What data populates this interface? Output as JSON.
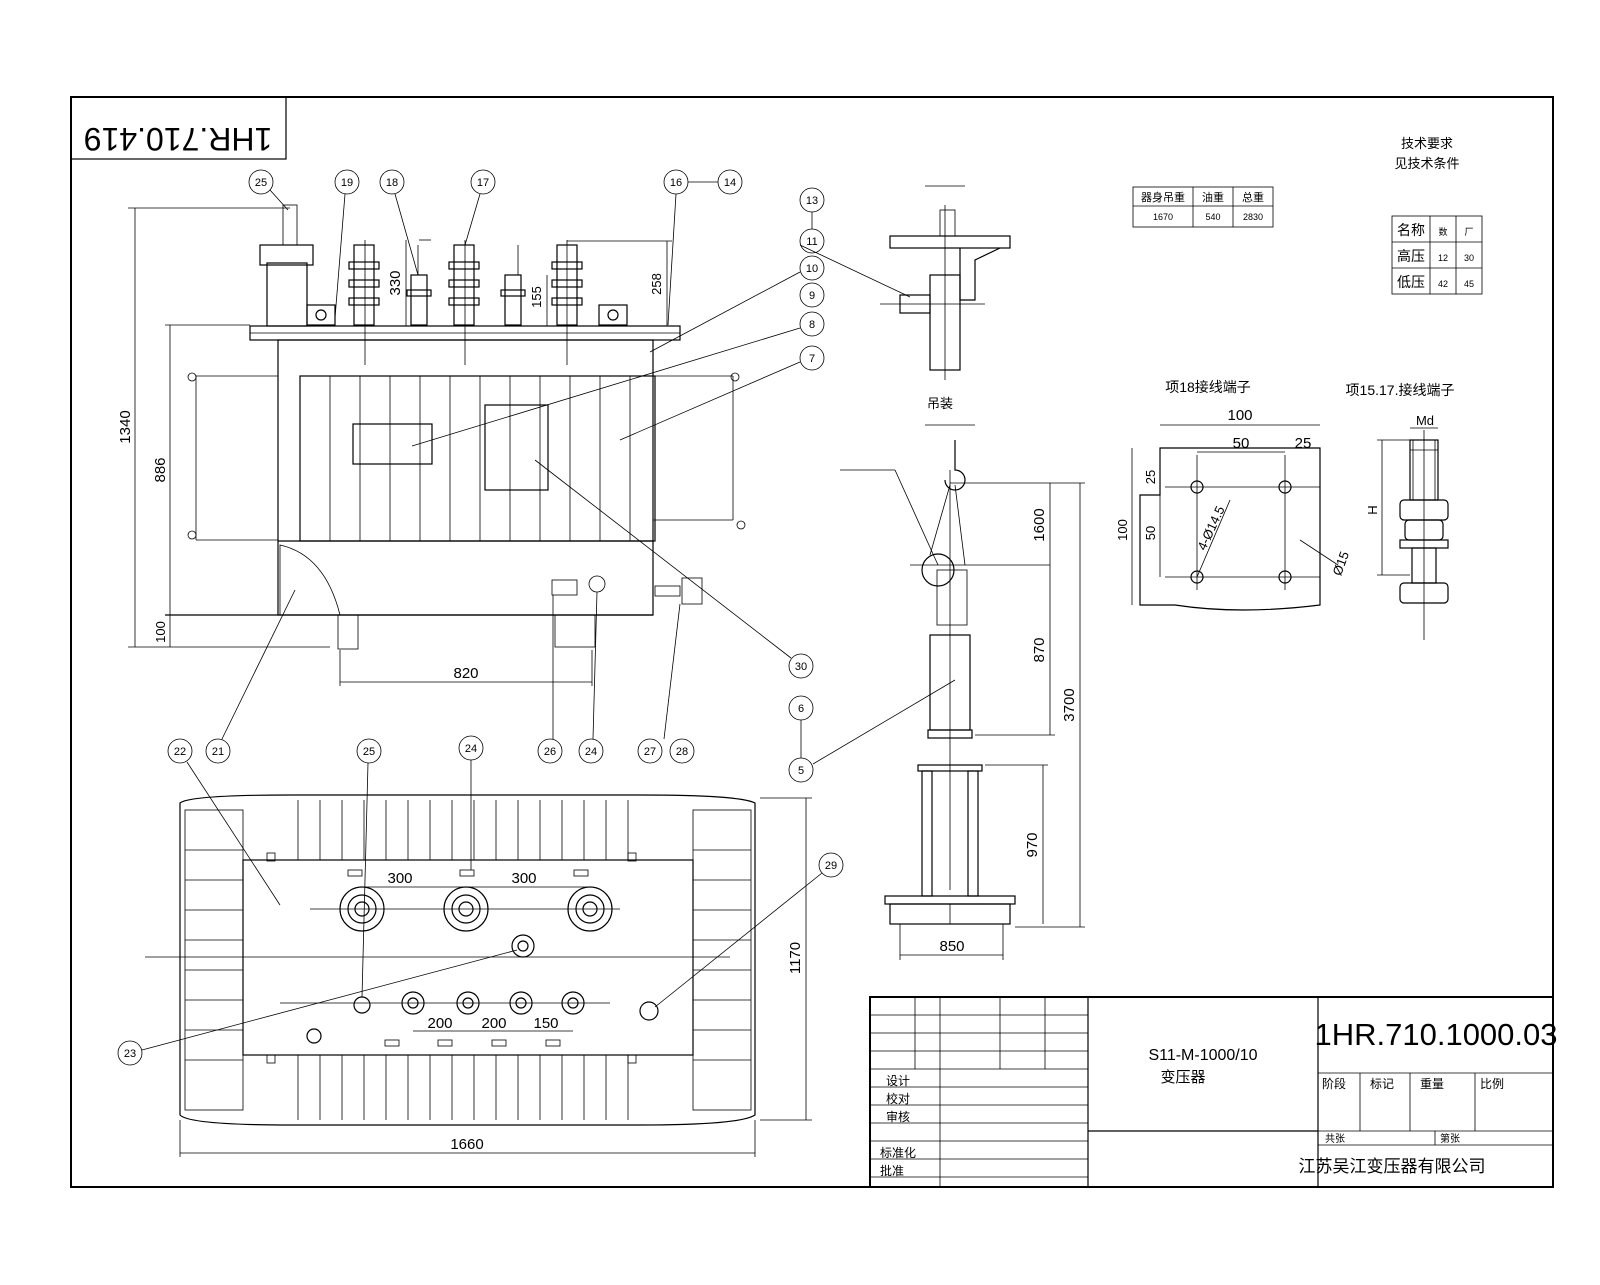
{
  "drawing": {
    "corner_code": "1HR.710.419",
    "top_right_note": [
      "技术要求",
      "见技术条件"
    ],
    "weights_table": {
      "headers": [
        "器身吊重",
        "油重",
        "总重"
      ],
      "values": [
        "1670",
        "540",
        "2830"
      ]
    },
    "tap_table": {
      "rows": [
        [
          "名称",
          "数",
          "厂"
        ],
        [
          "高压",
          "12",
          "30"
        ],
        [
          "低压",
          "42",
          "45"
        ]
      ]
    },
    "detail_labels": {
      "terminal18": "项18接线端子",
      "terminal15_17": "项15.17.接线端子",
      "lifting": "吊装"
    },
    "dimensions": {
      "h1340": "1340",
      "h886": "886",
      "h100": "100",
      "w820": "820",
      "d330": "330",
      "d155": "155",
      "d258": "258",
      "w1660": "1660",
      "h1170": "1170",
      "p300a": "300",
      "p300b": "300",
      "p200a": "200",
      "p200b": "200",
      "p150": "150",
      "v1600": "1600",
      "v870": "870",
      "v970": "970",
      "v3700": "3700",
      "w850": "850",
      "t100w": "100",
      "t50w": "50",
      "t25w": "25",
      "t25h": "25",
      "t50h": "50",
      "t100h": "100",
      "thole": "4-Ø14.5",
      "tthick": "Ø15",
      "bolt_md": "Md",
      "bolt_h": "H"
    },
    "balloons": [
      "25",
      "19",
      "18",
      "17",
      "16",
      "14",
      "13",
      "11",
      "10",
      "9",
      "8",
      "7",
      "30",
      "21",
      "22",
      "23",
      "24",
      "26",
      "27",
      "28",
      "29",
      "6",
      "5"
    ],
    "title_block": {
      "product": "S11-M-1000/10",
      "product_name": "变压器",
      "drawing_no": "1HR.710.1000.03",
      "company": "江苏吴江变压器有限公司",
      "cols": [
        "阶段",
        "标记",
        "重量",
        "比例"
      ],
      "left_rows": [
        "设计",
        "校对",
        "审核",
        "标准化",
        "批准"
      ],
      "sheet_row": [
        "共张",
        "第张"
      ]
    }
  }
}
